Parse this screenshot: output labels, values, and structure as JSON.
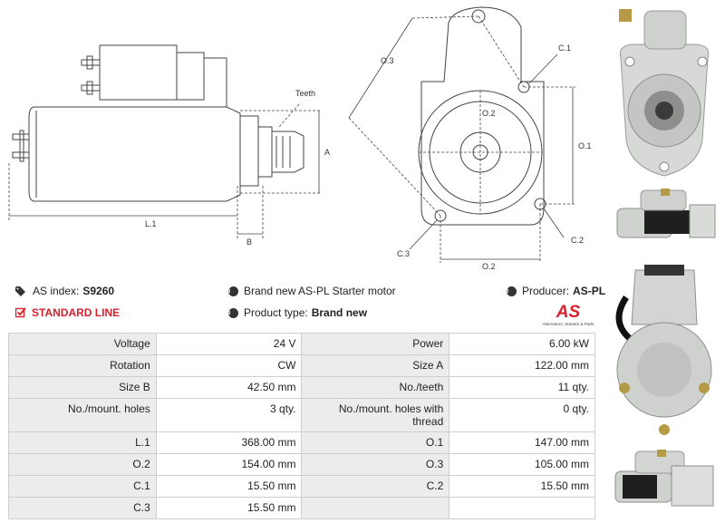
{
  "drawing": {
    "labels": {
      "teeth": "Teeth",
      "a": "A",
      "l1": "L.1",
      "b": "B",
      "o3": "O.3",
      "c1": "C.1",
      "o1": "O.1",
      "o2": "O.2",
      "c2": "C.2",
      "c3": "C.3"
    }
  },
  "info": {
    "as_index_label": "AS index:",
    "as_index_value": "S9260",
    "line_label": "STANDARD LINE",
    "description": "Brand new AS-PL Starter motor",
    "product_type_label": "Product type:",
    "product_type_value": "Brand new",
    "producer_label": "Producer:",
    "producer_value": "AS-PL"
  },
  "logo": {
    "text": "AS",
    "tagline": "Alternators, Starters & Parts",
    "color": "#d6212e"
  },
  "specs": [
    [
      "Voltage",
      "24 V",
      "Power",
      "6.00 kW"
    ],
    [
      "Rotation",
      "CW",
      "Size A",
      "122.00 mm"
    ],
    [
      "Size B",
      "42.50 mm",
      "No./teeth",
      "11 qty."
    ],
    [
      "No./mount. holes",
      "3 qty.",
      "No./mount. holes with thread",
      "0 qty."
    ],
    [
      "L.1",
      "368.00 mm",
      "O.1",
      "147.00 mm"
    ],
    [
      "O.2",
      "154.00 mm",
      "O.3",
      "105.00 mm"
    ],
    [
      "C.1",
      "15.50 mm",
      "C.2",
      "15.50 mm"
    ],
    [
      "C.3",
      "15.50 mm",
      "",
      ""
    ]
  ],
  "icons": {
    "tag": "tag-icon",
    "check": "check-square-icon",
    "info": "info-icon"
  }
}
